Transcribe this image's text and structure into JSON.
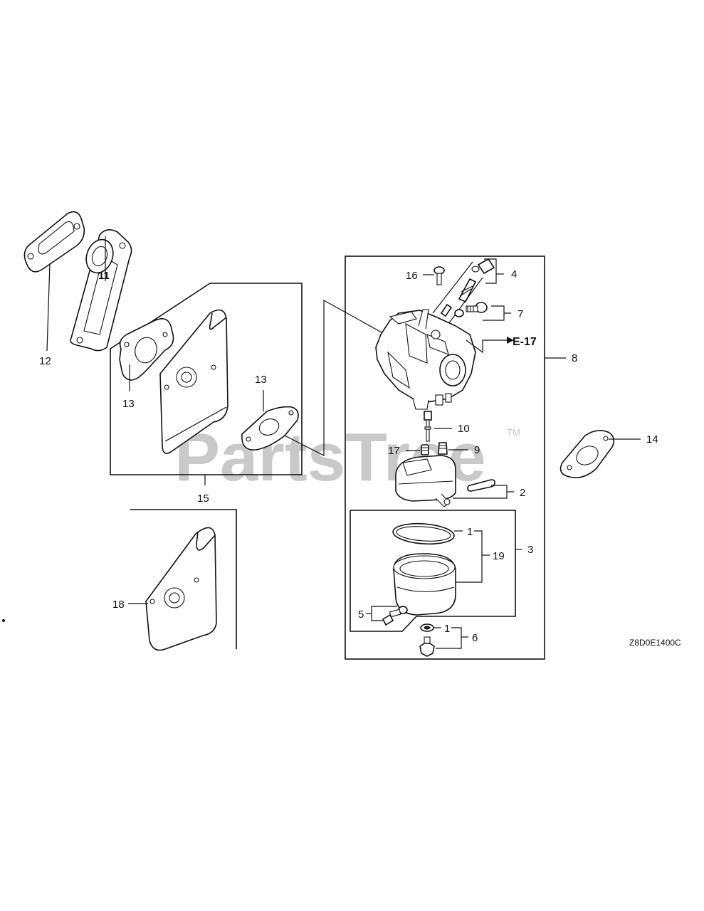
{
  "labels": {
    "p1a": "1",
    "p1b": "1",
    "p2": "2",
    "p3": "3",
    "p4": "4",
    "p5": "5",
    "p6": "6",
    "p7": "7",
    "p8": "8",
    "p9": "9",
    "p10": "10",
    "p11": "11",
    "p12": "12",
    "p13a": "13",
    "p13b": "13",
    "p14": "14",
    "p15": "15",
    "p16": "16",
    "p17": "17",
    "p18": "18",
    "p19": "19"
  },
  "reference": "E-17",
  "diagram_code": "Z8D0E1400C",
  "watermark": {
    "text": "PartsTree",
    "mark": "TM"
  }
}
